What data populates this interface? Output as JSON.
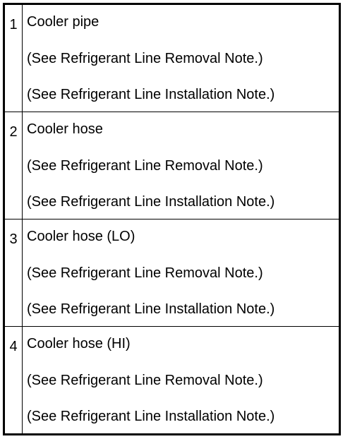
{
  "rows": [
    {
      "number": "1",
      "name": "Cooler pipe",
      "removal_note": "(See Refrigerant Line Removal Note.)",
      "installation_note": "(See Refrigerant Line Installation Note.)"
    },
    {
      "number": "2",
      "name": "Cooler hose",
      "removal_note": "(See Refrigerant Line Removal Note.)",
      "installation_note": "(See Refrigerant Line Installation Note.)"
    },
    {
      "number": "3",
      "name": "Cooler hose (LO)",
      "removal_note": "(See Refrigerant Line Removal Note.)",
      "installation_note": "(See Refrigerant Line Installation Note.)"
    },
    {
      "number": "4",
      "name": "Cooler hose (HI)",
      "removal_note": "(See Refrigerant Line Removal Note.)",
      "installation_note": "(See Refrigerant Line Installation Note.)"
    }
  ]
}
